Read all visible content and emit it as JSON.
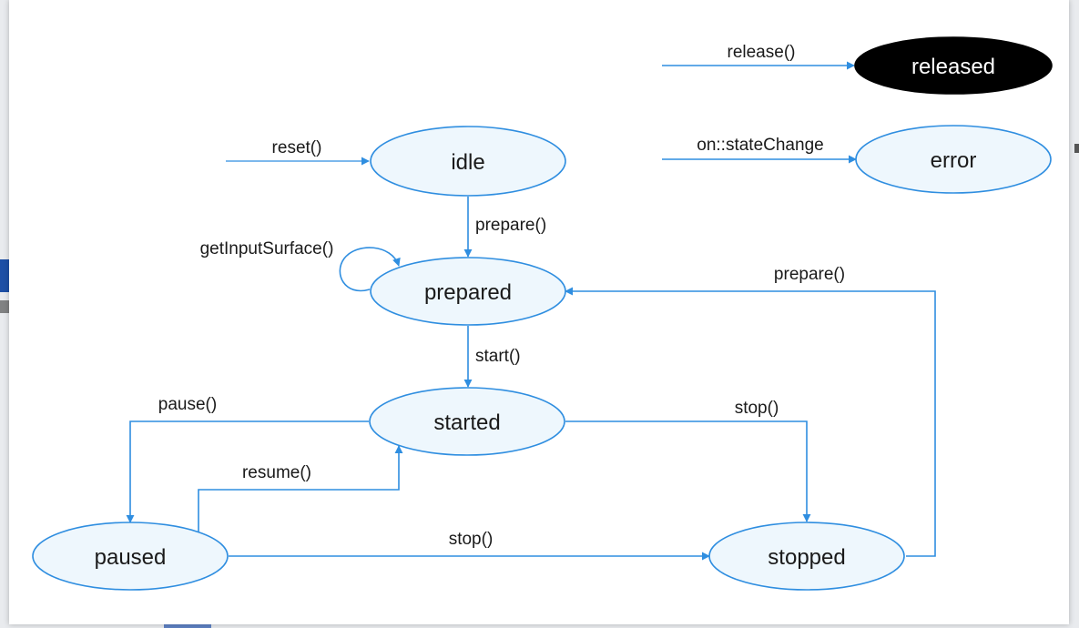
{
  "colors": {
    "edge": "#2f8ee0",
    "node_fill": "#eef7fd",
    "released_fill": "#000000"
  },
  "nodes": {
    "released": "released",
    "error": "error",
    "idle": "idle",
    "prepared": "prepared",
    "started": "started",
    "paused": "paused",
    "stopped": "stopped"
  },
  "edges": {
    "release": "release()",
    "state_change": "on::stateChange",
    "reset": "reset()",
    "prepare_from_idle": "prepare()",
    "get_input_surface": "getInputSurface()",
    "prepare_from_stopped": "prepare()",
    "start": "start()",
    "pause": "pause()",
    "stop_from_started": "stop()",
    "resume": "resume()",
    "stop_from_paused": "stop()"
  }
}
